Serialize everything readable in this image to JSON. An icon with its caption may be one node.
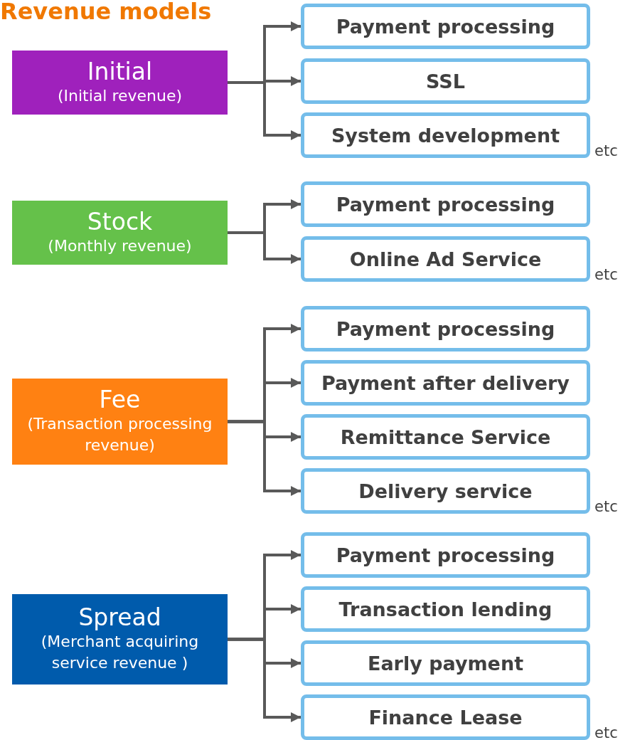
{
  "diagram": {
    "title": "Revenue models",
    "nodes": [
      {
        "text": [
          "Initial",
          "(Initial revenue)"
        ]
      },
      {
        "text": [
          "Payment processing"
        ]
      },
      {
        "text": [
          "SSL"
        ]
      },
      {
        "text": [
          "System development"
        ],
        "beside": [
          "etc"
        ]
      },
      {
        "text": [
          "Stock",
          "(Monthly revenue)"
        ]
      },
      {
        "text": [
          "Payment processing"
        ]
      },
      {
        "text": [
          "Online Ad Service"
        ],
        "beside": [
          "etc"
        ]
      },
      {
        "text": [
          "Fee",
          "(Transaction processing revenue)"
        ]
      },
      {
        "text": [
          "Payment processing"
        ]
      },
      {
        "text": [
          "Payment after delivery"
        ]
      },
      {
        "text": [
          "Remittance Service"
        ]
      },
      {
        "text": [
          "Delivery service"
        ],
        "beside": [
          "etc"
        ]
      },
      {
        "text": [
          "Spread",
          "(Merchant acquiring service revenue )"
        ]
      },
      {
        "text": [
          "Payment processing"
        ]
      },
      {
        "text": [
          "Transaction lending"
        ]
      },
      {
        "text": [
          "Early payment"
        ]
      },
      {
        "text": [
          "Finance Lease"
        ],
        "beside": [
          "etc"
        ]
      }
    ],
    "edges": [
      {
        "from": 0,
        "to": 1,
        "arrow": "to"
      },
      {
        "from": 0,
        "to": 2,
        "arrow": "to"
      },
      {
        "from": 0,
        "to": 3,
        "arrow": "to"
      },
      {
        "from": 4,
        "to": 5,
        "arrow": "to"
      },
      {
        "from": 4,
        "to": 6,
        "arrow": "to"
      },
      {
        "from": 7,
        "to": 8,
        "arrow": "to"
      },
      {
        "from": 7,
        "to": 9,
        "arrow": "to"
      },
      {
        "from": 7,
        "to": 10,
        "arrow": "to"
      },
      {
        "from": 7,
        "to": 11,
        "arrow": "to"
      },
      {
        "from": 12,
        "to": 13,
        "arrow": "to"
      },
      {
        "from": 12,
        "to": 14,
        "arrow": "to"
      },
      {
        "from": 12,
        "to": 15,
        "arrow": "to"
      },
      {
        "from": 12,
        "to": 16,
        "arrow": "to"
      }
    ]
  }
}
